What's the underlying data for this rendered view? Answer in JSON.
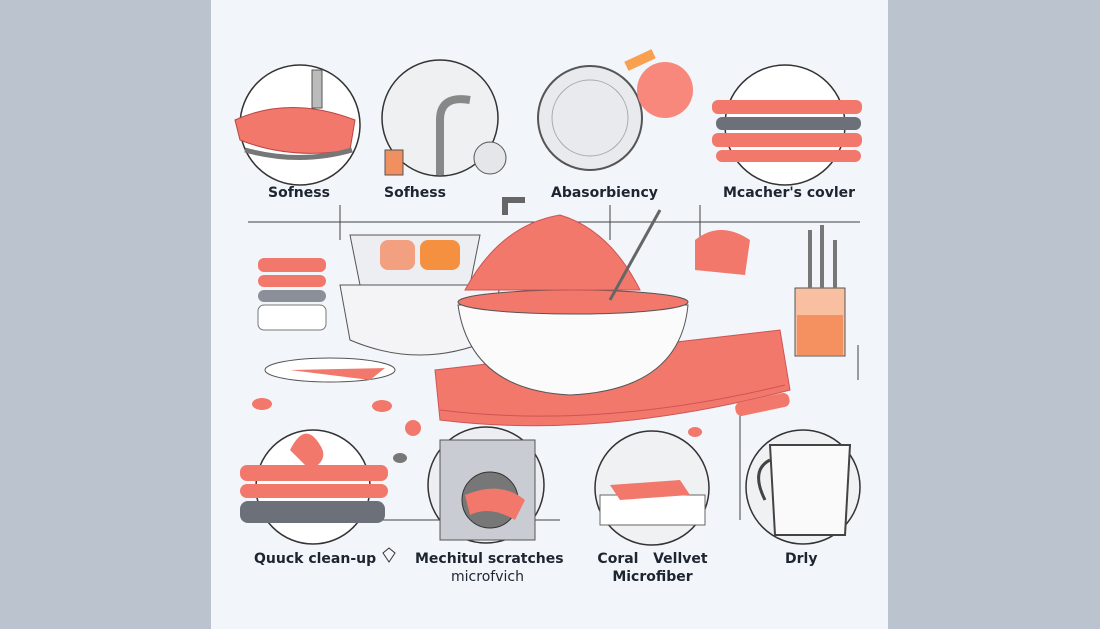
{
  "top_labels": [
    "Sofness",
    "Sofhess",
    "Abasorbiency",
    "Mcacher's covler"
  ],
  "bottom_labels": {
    "quick": "Quuck clean-up",
    "mech_line1": "Mechitul scratches",
    "mech_line2": "microfvich",
    "coral_line1": "Coral   Vellvet",
    "coral_line2": "Microfiber",
    "dry": "Drly"
  },
  "colors": {
    "coral": "#f2786c",
    "coral_dark": "#d85a50",
    "gray": "#8a8f98",
    "panel": "#f2f5f9",
    "side": "#bac3ce"
  }
}
